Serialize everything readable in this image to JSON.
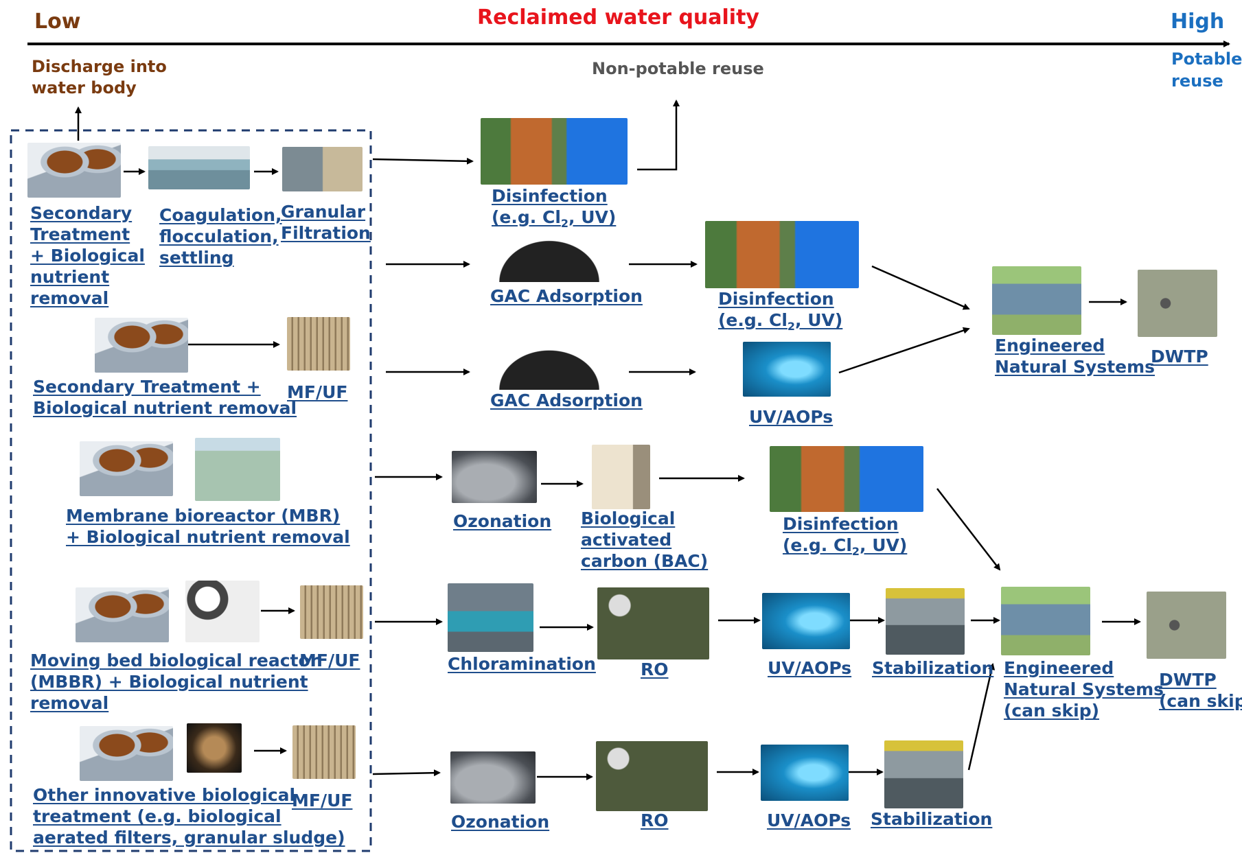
{
  "header": {
    "low": "Low",
    "title": "Reclaimed water quality",
    "high": "High",
    "discharge": "Discharge into\nwater body",
    "non_potable": "Non-potable reuse",
    "potable": "Potable\nreuse"
  },
  "colors": {
    "low": "#7a3b10",
    "title": "#e8141c",
    "high": "#1b6fc0",
    "label": "#1f4e8c",
    "dashed_box": "#1f3b6e"
  },
  "left_trains": [
    {
      "steps": [
        "Secondary\nTreatment\n+ Biological\nnutrient\nremoval",
        "Coagulation,\nflocculation,\nsettling",
        "Granular\nFiltration"
      ]
    },
    {
      "steps": [
        "Secondary Treatment +\nBiological nutrient removal",
        "MF/UF"
      ]
    },
    {
      "steps": [
        "Membrane bioreactor (MBR)\n+ Biological nutrient removal"
      ]
    },
    {
      "steps": [
        "Moving bed biological reactor\n(MBBR) + Biological nutrient\nremoval",
        "MF/UF"
      ]
    },
    {
      "steps": [
        "Other innovative biological\ntreatment (e.g. biological\naerated filters, granular sludge)",
        "MF/UF"
      ]
    }
  ],
  "trains": {
    "t1": {
      "disinfection_a": "Disinfection",
      "disinfection_b": "(e.g. Cl",
      "disinfection_sub": "2",
      "disinfection_c": ", UV)"
    },
    "t2": {
      "gac": "GAC Adsorption",
      "disinfection_a": "Disinfection",
      "disinfection_b": "(e.g. Cl",
      "disinfection_sub": "2",
      "disinfection_c": ", UV)"
    },
    "t3": {
      "gac": "GAC Adsorption",
      "uv": "UV/AOPs"
    },
    "ens_1": "Engineered\nNatural Systems",
    "dwtp_1": "DWTP",
    "t4": {
      "ozonation": "Ozonation",
      "bac": "Biological\nactivated\ncarbon (BAC)",
      "disinfection_a": "Disinfection",
      "disinfection_b": "(e.g. Cl",
      "disinfection_sub": "2",
      "disinfection_c": ", UV)"
    },
    "t5": {
      "chlor": "Chloramination",
      "ro": "RO",
      "uv": "UV/AOPs",
      "stab": "Stabilization"
    },
    "t6": {
      "ozonation": "Ozonation",
      "ro": "RO",
      "uv": "UV/AOPs",
      "stab": "Stabilization"
    },
    "ens_2": "Engineered\nNatural Systems\n(can skip)",
    "dwtp_2": "DWTP\n(can skip)"
  }
}
